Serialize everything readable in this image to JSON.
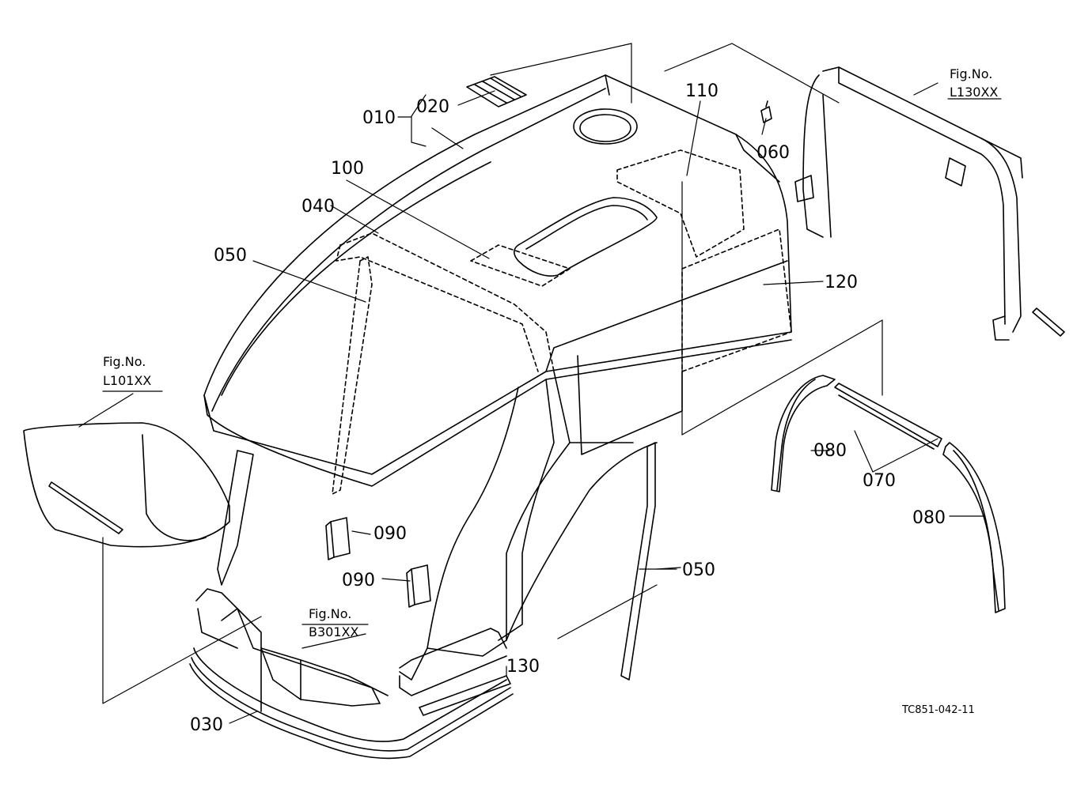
{
  "parts": {
    "p010": "010",
    "p020": "020",
    "p030": "030",
    "p040": "040",
    "p050a": "050",
    "p050b": "050",
    "p060": "060",
    "p070": "070",
    "p080a": "080",
    "p080b": "080",
    "p090a": "090",
    "p090b": "090",
    "p100": "100",
    "p110": "110",
    "p120": "120",
    "p130": "130"
  },
  "figrefs": {
    "l101": {
      "title": "Fig.No.",
      "code": "L101XX"
    },
    "l130": {
      "title": "Fig.No.",
      "code": "L130XX"
    },
    "b301": {
      "title": "Fig.No.",
      "code": "B301XX"
    }
  },
  "drawing_code": "TC851-042-11"
}
